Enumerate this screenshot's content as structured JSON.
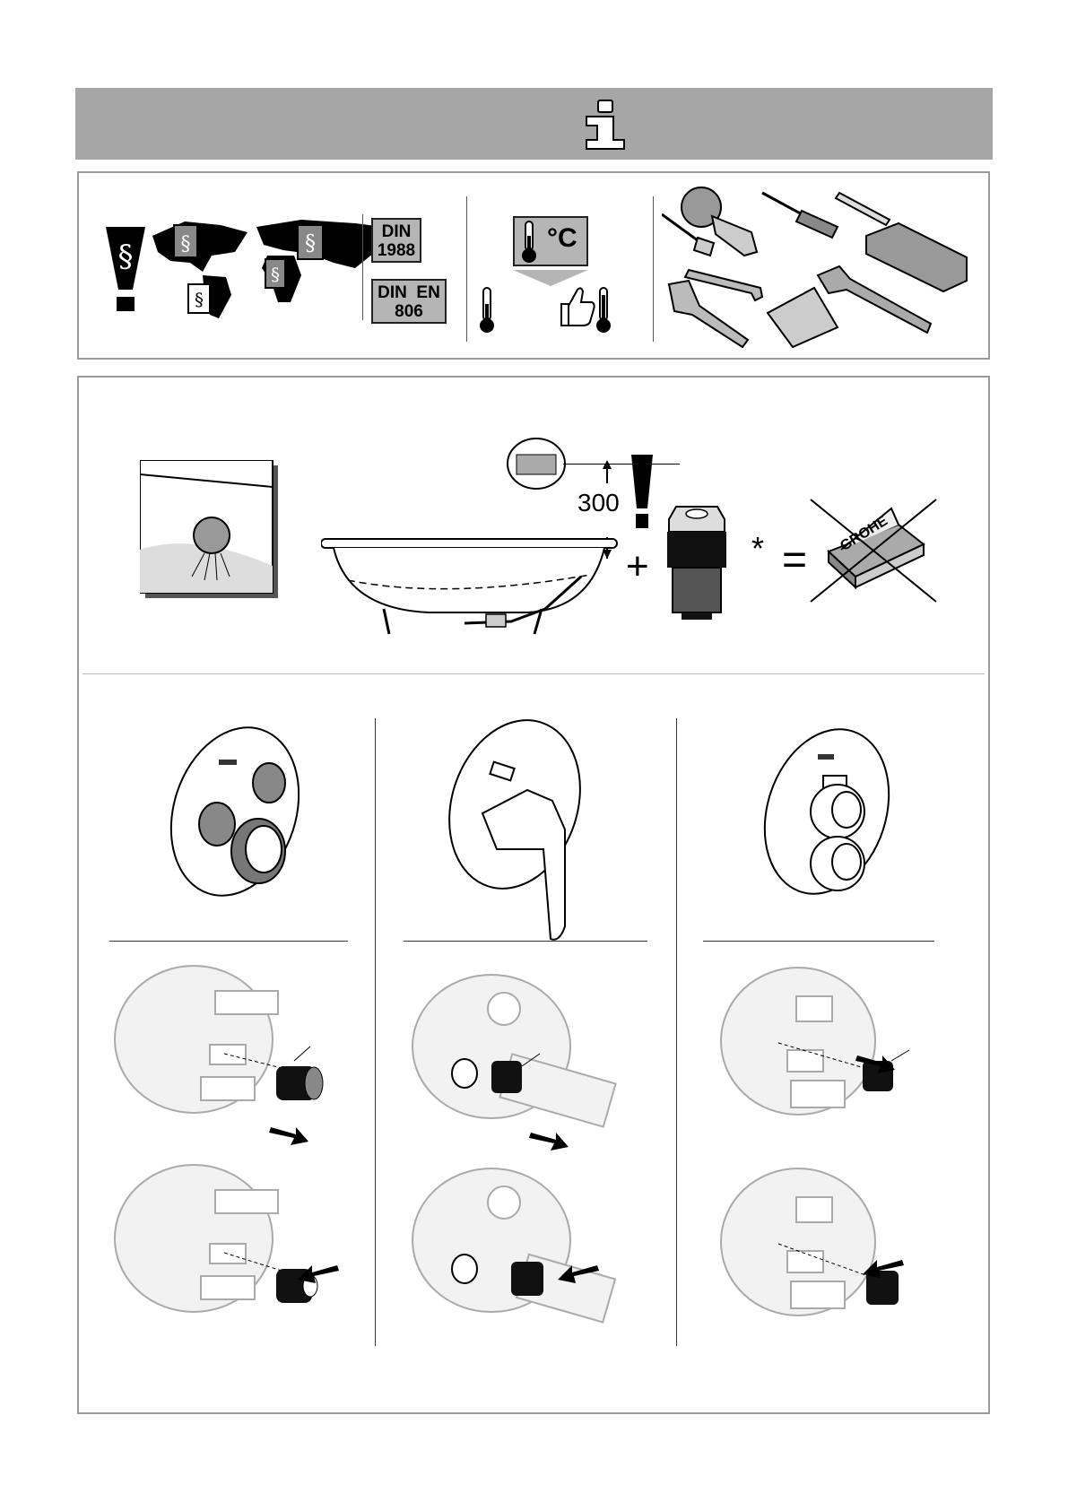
{
  "header": {
    "icon": "info-icon"
  },
  "standards": {
    "din_1988_line1": "DIN",
    "din_1988_line2": "1988",
    "din_en_806_line1": "DIN  EN",
    "din_en_806_line2": "806"
  },
  "thermo": {
    "unit": "°C"
  },
  "installation": {
    "height_label": "300",
    "plus": "+",
    "asterisk": "*",
    "equals": "=",
    "brand_box": "GROHE"
  },
  "icons": [
    "warning-paragraph-icon",
    "world-map-icon",
    "thermometer-icon",
    "thumbs-up-icon",
    "tools-icon",
    "bathtub-icon",
    "check-valve-icon",
    "crossed-box-icon",
    "thermostat-trim-icon",
    "lever-trim-icon",
    "single-knob-trim-icon",
    "valve-body-icon",
    "arrow-icon"
  ]
}
